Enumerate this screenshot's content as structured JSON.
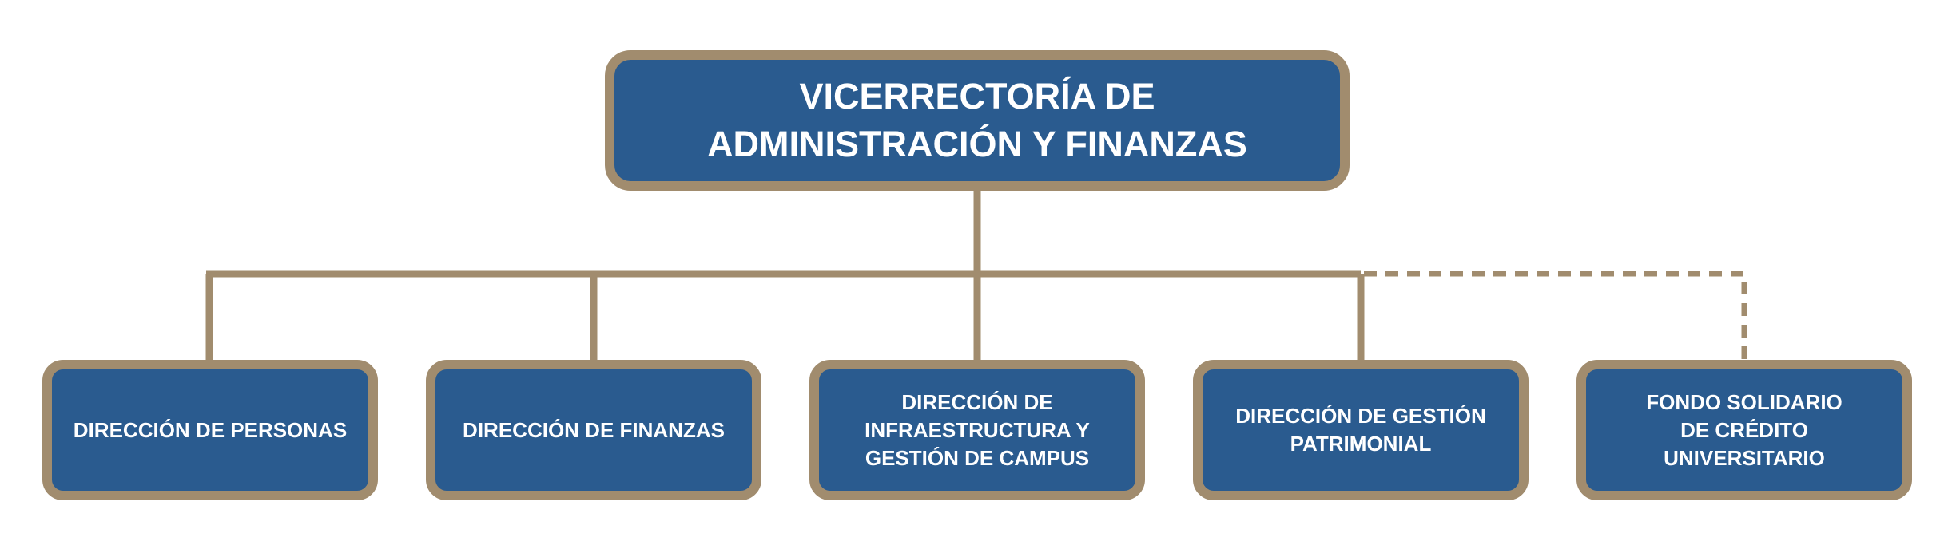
{
  "colors": {
    "box_fill": "#2a5b8f",
    "box_border": "#a18c6e",
    "connector": "#a18c6e",
    "text": "#ffffff",
    "background": "#ffffff"
  },
  "root": {
    "label": "VICERRECTORÍA DE\nADMINISTRACIÓN Y FINANZAS"
  },
  "units": [
    {
      "label": "DIRECCIÓN DE PERSONAS",
      "link": "solid"
    },
    {
      "label": "DIRECCIÓN DE FINANZAS",
      "link": "solid"
    },
    {
      "label": "DIRECCIÓN DE\nINFRAESTRUCTURA Y\nGESTIÓN DE CAMPUS",
      "link": "solid"
    },
    {
      "label": "DIRECCIÓN DE GESTIÓN\nPATRIMONIAL",
      "link": "solid"
    },
    {
      "label": "FONDO SOLIDARIO\nDE CRÉDITO UNIVERSITARIO",
      "link": "dashed"
    }
  ]
}
